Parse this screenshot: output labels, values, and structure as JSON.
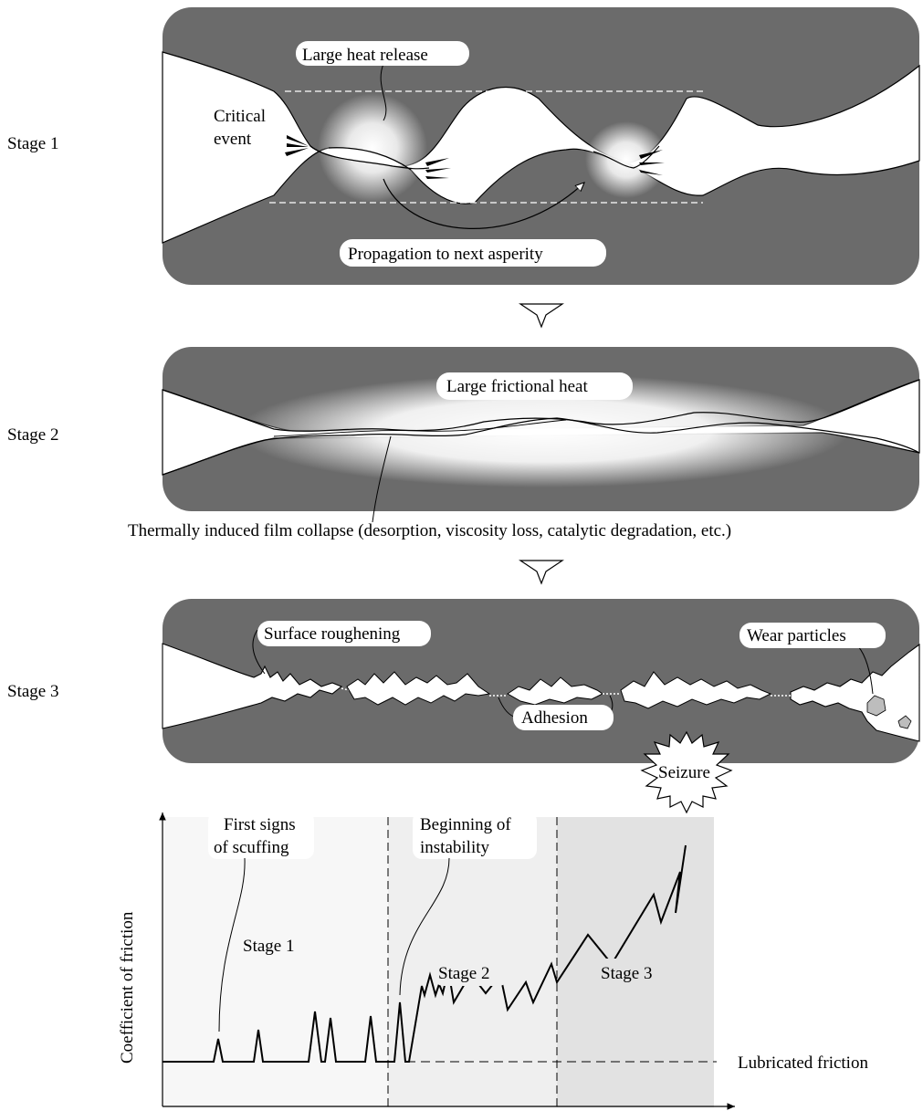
{
  "stages": {
    "stage1": "Stage 1",
    "stage2": "Stage 2",
    "stage3": "Stage 3"
  },
  "panel1": {
    "heat": "Large heat release",
    "critical_line1": "Critical",
    "critical_line2": "event",
    "propagation": "Propagation to next asperity"
  },
  "panel2": {
    "heat": "Large frictional heat",
    "caption": "Thermally induced film collapse (desorption, viscosity loss, catalytic degradation, etc.)"
  },
  "panel3": {
    "roughening": "Surface roughening",
    "wear": "Wear particles",
    "adhesion": "Adhesion"
  },
  "graph": {
    "ylabel": "Coefficient of friction",
    "first_signs_line1": "First signs",
    "first_signs_line2": "of scuffing",
    "beginning_line1": "Beginning of",
    "beginning_line2": "instability",
    "stage1": "Stage 1",
    "stage2": "Stage 2",
    "stage3": "Stage 3",
    "seizure": "Seizure",
    "lubricated": "Lubricated friction"
  },
  "colors": {
    "solid": "#6b6b6b",
    "region1": "#f7f7f7",
    "region2": "#efefef",
    "region3": "#e2e2e2",
    "particle": "#bdbdbd"
  }
}
